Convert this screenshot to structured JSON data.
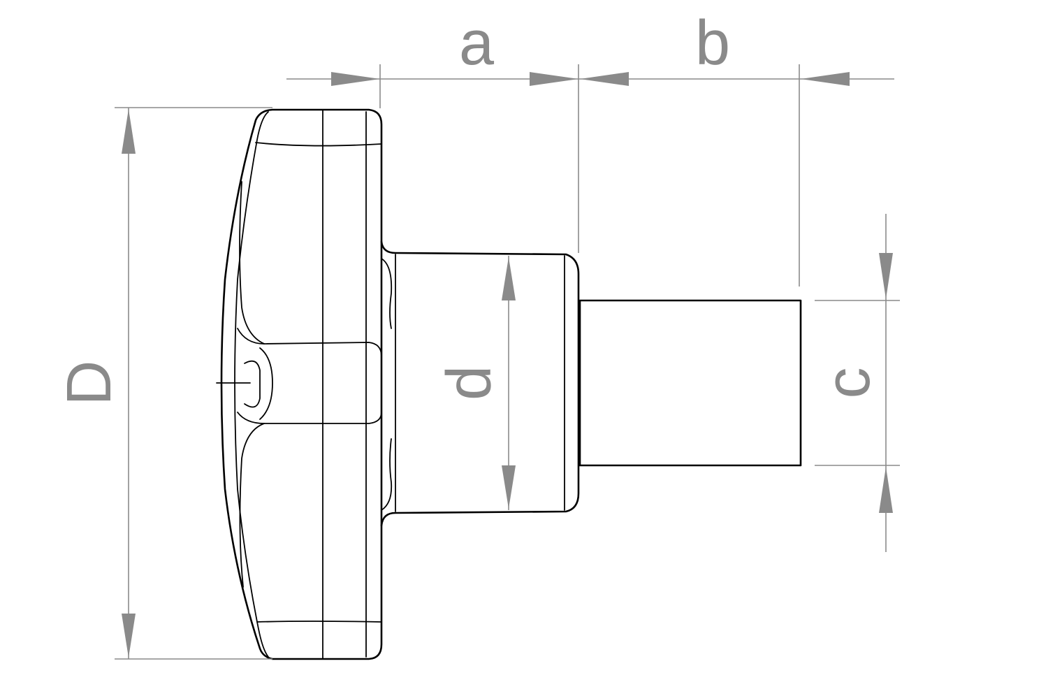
{
  "diagram": {
    "labels": {
      "a": "a",
      "b": "b",
      "c": "c",
      "d": "d",
      "D": "D"
    },
    "colors": {
      "outline": "#000000",
      "dimension": "#8a8a8a",
      "background": "#ffffff"
    }
  }
}
